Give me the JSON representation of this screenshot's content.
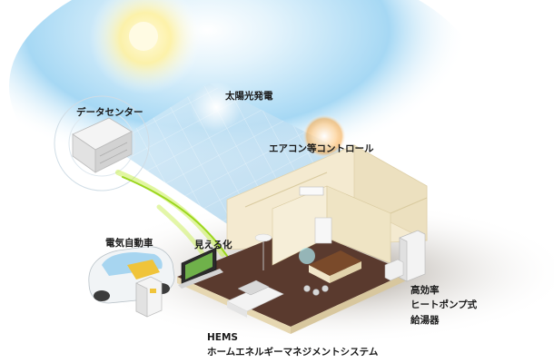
{
  "labels": {
    "data_center": "データセンター",
    "solar": "太陽光発電",
    "aircon": "エアコン等コントロール",
    "ev": "電気自動車",
    "visualize": "見える化",
    "heatpump": [
      "高効率",
      "ヒートポンプ式",
      "給湯器"
    ],
    "hems": [
      "HEMS",
      "ホームエネルギーマネジメントシステム"
    ]
  },
  "icons": {
    "sun": "sun-icon",
    "data_center": "server-rack-icon",
    "solar_panel": "solar-panel-icon",
    "ev": "electric-car-icon",
    "charger": "ev-charger-icon",
    "heatpump": "water-heater-icon",
    "tv": "monitor-icon"
  },
  "colors": {
    "sky_top": "#9fd4f3",
    "sun_glow": "#fff6b0",
    "panel": "#c9e4f5",
    "wall": "#f2e7c9",
    "floor": "#5a3a2e",
    "energy_flow": "#b7e63a",
    "ground_shadow": "#8a7a66",
    "glow_ring": "#f7b75a"
  }
}
